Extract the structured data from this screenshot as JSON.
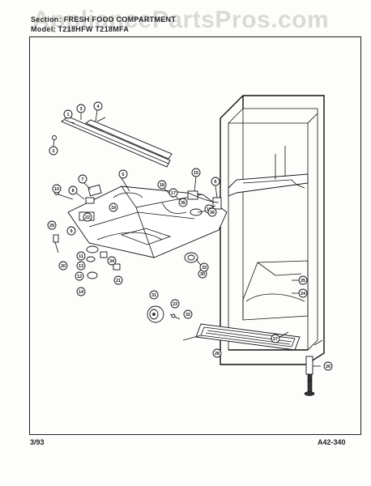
{
  "watermark": "AppliancePartsPros.com",
  "header": {
    "section_line": "Section: FRESH FOOD COMPARTMENT",
    "model_line": "Model: T218HFW  T218MFA"
  },
  "footer": {
    "date": "3/93",
    "code": "A42-340"
  },
  "callouts": [
    "1",
    "2",
    "3",
    "4",
    "5",
    "6",
    "7",
    "8",
    "9",
    "10",
    "11",
    "12",
    "13",
    "14",
    "15",
    "16",
    "17",
    "18",
    "19",
    "20",
    "21",
    "22",
    "23",
    "24",
    "25",
    "26",
    "27",
    "28",
    "29",
    "30",
    "31",
    "32",
    "33",
    "34",
    "35",
    "36"
  ]
}
